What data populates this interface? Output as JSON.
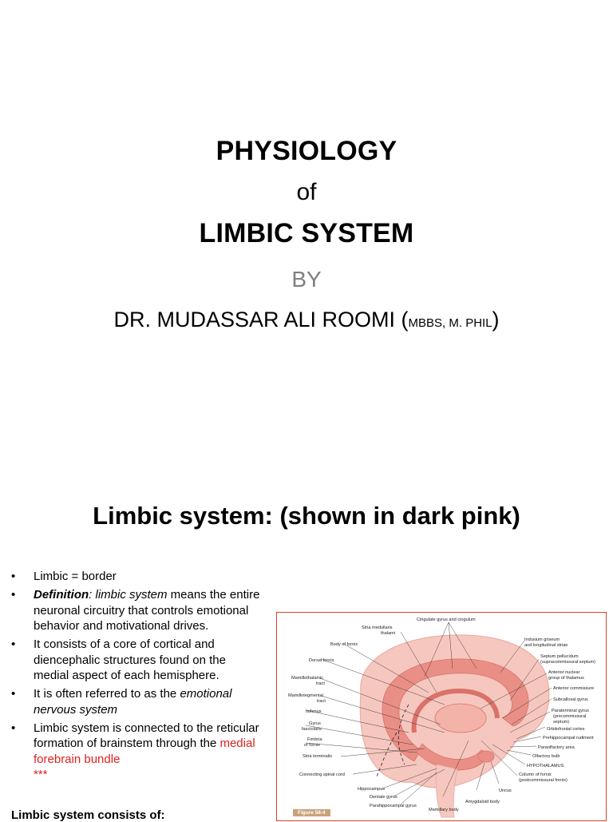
{
  "slide1": {
    "title_line1": "PHYSIOLOGY",
    "title_line2": "of",
    "title_line3": "LIMBIC SYSTEM",
    "by": "BY",
    "author_main": "DR. MUDASSAR ALI ROOMI (",
    "author_quals": "MBBS, M. PHIL",
    "author_close": ")"
  },
  "slide2": {
    "title": "Limbic system: (shown in dark pink)",
    "bullet_marker": "•",
    "bullets": {
      "b1": "Limbic = border",
      "b2_term": "Definition",
      "b2_colon": ": ",
      "b2_italic": "limbic system",
      "b2_rest": " means the entire neuronal circuitry that controls emotional behavior and motivational drives.",
      "b3": "It consists of a core of cortical and diencephalic structures found on the medial aspect of each hemisphere.",
      "b4_pre": "It is often referred to as the ",
      "b4_italic": "emotional nervous system",
      "b5_pre": "Limbic system is connected to the reticular formation of brainstem through the ",
      "b5_red": "medial forebrain bundle",
      "b5_stars": "***"
    },
    "consists_heading": "Limbic system consists of:",
    "figure": {
      "tag": "Figure 58-4",
      "labels_left": {
        "stria_medullaris": "Stria medullaris",
        "thalami": "thalami",
        "body_fornix": "Body of fornix",
        "dorsal_fornix": "Dorsal fornix",
        "mamillothalamic1": "Mamillothalamic",
        "mamillothalamic2": "tract",
        "mamillotegmental1": "Mamillotegmental",
        "mamillotegmental2": "tract",
        "isthmus": "Isthmus",
        "gyrus_fasciolaris1": "Gyrus",
        "gyrus_fasciolaris2": "fasciolaris",
        "fimbria1": "Fimbria",
        "fimbria2": "of fornix",
        "stria_terminalis": "Stria terminalis",
        "connecting": "Connecting spinal cord"
      },
      "labels_top": {
        "cingulate": "Cingulate gyrus and cingulum"
      },
      "labels_right": {
        "indusium1": "Indusium griseum",
        "indusium2": "and longitudinal striae",
        "septum1": "Septum pellucidum",
        "septum2": "(supracommissural septum)",
        "anterior_nuclear1": "Anterior nuclear",
        "anterior_nuclear2": "group of thalamus",
        "anterior_commissure": "Anterior commissure",
        "subcallosal": "Subcallosal gyrus",
        "paraterminal1": "Paraterminal gyrus",
        "paraterminal2": "(precommissural",
        "paraterminal3": "septum)",
        "orbitofrontal": "Orbitofrontal cortex",
        "prehippocampal": "Prehippocampal rudiment",
        "paraolfactory": "Paraolfactory area",
        "olfactory": "Olfactory bulb",
        "hypothalamus": "HYPOTHALAMUS",
        "column_fornix1": "Column of fornix",
        "column_fornix2": "(postcommissural fornix)"
      },
      "labels_bottom": {
        "hippocampus": "Hippocampus",
        "dentate": "Dentate gyrus",
        "parahippocampal": "Parahippocampal gyrus",
        "mamillary": "Mamillary body",
        "amygdaloid": "Amygdaloid body",
        "uncus": "Uncus"
      }
    }
  },
  "colors": {
    "by_gray": "#7f7f7f",
    "accent_red": "#e02020",
    "figure_border": "#d9442a",
    "brain_light": "#f6c7bf",
    "brain_dark": "#ea8f86"
  }
}
